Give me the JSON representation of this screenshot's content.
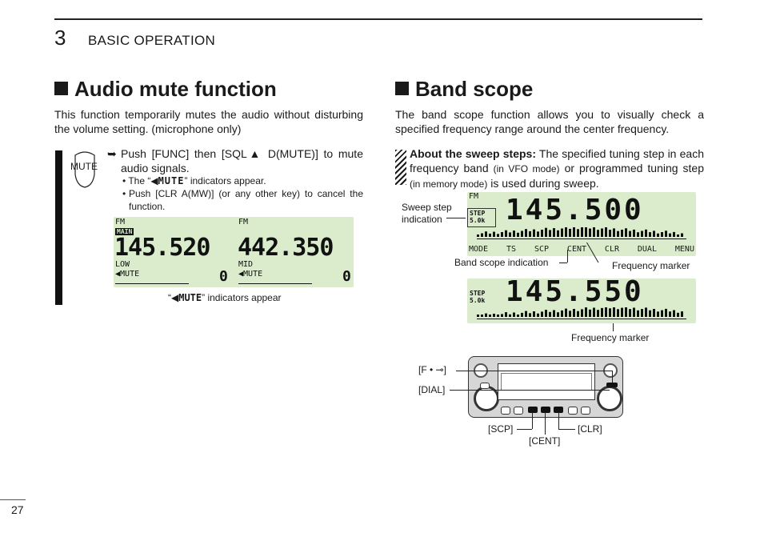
{
  "header": {
    "chapter_number": "3",
    "chapter_title": "BASIC OPERATION"
  },
  "left": {
    "title": "Audio mute function",
    "intro": "This function temporarily mutes the audio without disturbing the volume setting. (microphone only)",
    "mute_key_label": "MUTE",
    "step_text": "Push [FUNC] then [SQL▲ D(MUTE)] to mute audio signals.",
    "bullet1_pre": "The “",
    "bullet1_mute": "MUTE",
    "bullet1_post": "” indicators appear.",
    "bullet2": "Push [CLR A(MW)] (or any other key) to cancel the function.",
    "lcd": {
      "left": {
        "mode": "FM",
        "tag": "MAIN",
        "freq": "145.520",
        "power": "LOW",
        "mute": "MUTE",
        "channel": "0"
      },
      "right": {
        "mode": "FM",
        "freq": "442.350",
        "power": "MID",
        "mute": "MUTE",
        "channel": "0"
      }
    },
    "caption_pre": "“",
    "caption_mute": "MUTE",
    "caption_post": "” indicators appear"
  },
  "right": {
    "title": "Band scope",
    "intro": "The band scope function allows you to visually check a specified frequency range around the center frequency.",
    "note_bold": "About the sweep steps:",
    "note_1": " The specified tuning step in each frequency band ",
    "note_small_1": "(in VFO mode)",
    "note_2": " or programmed tuning step ",
    "note_small_2": "(in memory mode)",
    "note_3": " is used during sweep.",
    "lcd1": {
      "mode": "FM",
      "step": "STEP",
      "step_val": "5.0k",
      "freq": "145.500",
      "menu": [
        "MODE",
        "TS",
        "SCP",
        "CENT",
        "CLR",
        "DUAL",
        "MENU"
      ]
    },
    "lcd2": {
      "step": "STEP",
      "step_val": "5.0k",
      "freq": "145.550"
    },
    "labels": {
      "sweep_step": "Sweep step",
      "indication": "indication",
      "band_scope_indication": "Band scope indication",
      "frequency_marker_1": "Frequency marker",
      "frequency_marker_2": "Frequency marker",
      "f_key": "[F • ⊸]",
      "dial": "[DIAL]",
      "scp": "[SCP]",
      "cent": "[CENT]",
      "clr": "[CLR]"
    }
  },
  "footer": {
    "page_number": "27"
  },
  "colors": {
    "lcd_bg": "#dbeccd",
    "text": "#1a1a1a"
  }
}
